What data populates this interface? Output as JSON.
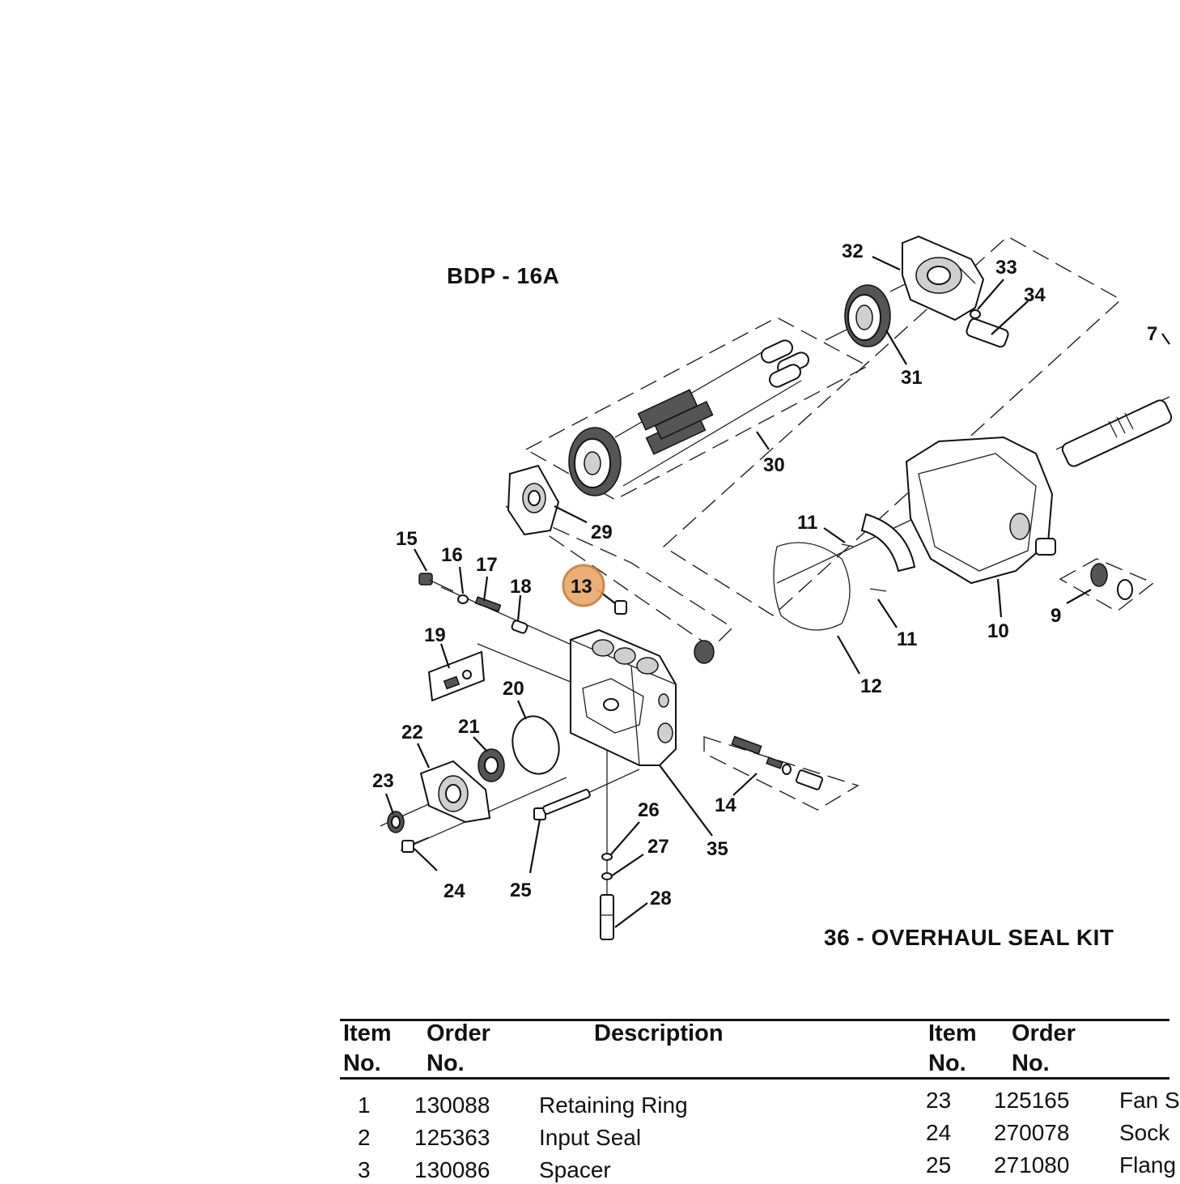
{
  "model_title": "BDP - 16A",
  "kit_label": "36 - OVERHAUL SEAL KIT",
  "highlighted_callout": "13",
  "colors": {
    "highlight": "#e8a86a",
    "ink": "#111111"
  },
  "callouts": {
    "c7": "7",
    "c9": "9",
    "c10": "10",
    "c11a": "11",
    "c11b": "11",
    "c12": "12",
    "c13": "13",
    "c14": "14",
    "c15": "15",
    "c16": "16",
    "c17": "17",
    "c18": "18",
    "c19": "19",
    "c20": "20",
    "c21": "21",
    "c22": "22",
    "c23": "23",
    "c24": "24",
    "c25": "25",
    "c26": "26",
    "c27": "27",
    "c28": "28",
    "c29": "29",
    "c30": "30",
    "c31": "31",
    "c32": "32",
    "c33": "33",
    "c34": "34",
    "c35": "35"
  },
  "table": {
    "headers_left": {
      "item": [
        "Item",
        "No."
      ],
      "order": [
        "Order",
        "No."
      ],
      "description": "Description"
    },
    "headers_right": {
      "item": [
        "Item",
        "No."
      ],
      "order": [
        "Order",
        "No."
      ]
    },
    "left_rows": [
      {
        "item": "1",
        "order": "130088",
        "description": "Retaining Ring"
      },
      {
        "item": "2",
        "order": "125363",
        "description": "Input Seal"
      },
      {
        "item": "3",
        "order": "130086",
        "description": "Spacer"
      }
    ],
    "right_rows": [
      {
        "item": "23",
        "order": "125165",
        "description": "Fan S"
      },
      {
        "item": "24",
        "order": "270078",
        "description": "Sock"
      },
      {
        "item": "25",
        "order": "271080",
        "description": "Flang"
      }
    ]
  }
}
